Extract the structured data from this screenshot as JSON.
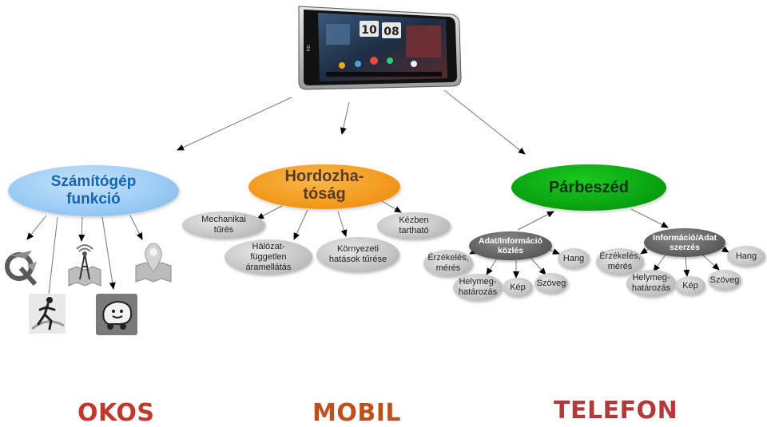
{
  "colors": {
    "blue_node": "#9dcdf5",
    "orange_node": "#f39a1e",
    "green_node": "#0aa512",
    "okos": "#c0392b",
    "mobil": "#c0501b",
    "telefon": "#b23a3a"
  },
  "device": {
    "icon": "tablet-device",
    "clock": "10:08"
  },
  "main_nodes": {
    "szamitogep": "Számítógép funkció",
    "hordozhatosag": "Hordozha-tóság",
    "parbeszed": "Párbeszéd"
  },
  "mobil_subnodes": {
    "mechanikai": "Mechanikai tűrés",
    "halozat": "Hálózat-független áramellátás",
    "kornyezeti": "Környezeti hatások tűrése",
    "kezben": "Kézben tartható"
  },
  "kozles_cluster": {
    "center": "Adat/Információ közlés",
    "erzekeles": "Érzékelés, mérés",
    "helymeg": "Helymeg-határozás",
    "kep": "Kép",
    "szoveg": "Szöveg",
    "hang": "Hang"
  },
  "szerzes_cluster": {
    "center": "Információ/Adat szerzés",
    "erzekeles": "Érzékelés, mérés",
    "helymeg": "Helymeg-határozás",
    "kep": "Kép",
    "szoveg": "Szöveg",
    "hang": "Hang"
  },
  "app_icons": [
    "qgis-icon",
    "gps-antenna-map-icon",
    "map-pin-icon",
    "runner-icon",
    "waze-icon"
  ],
  "footer": {
    "okos": "OKOS",
    "mobil": "MOBIL",
    "telefon": "TELEFON"
  }
}
